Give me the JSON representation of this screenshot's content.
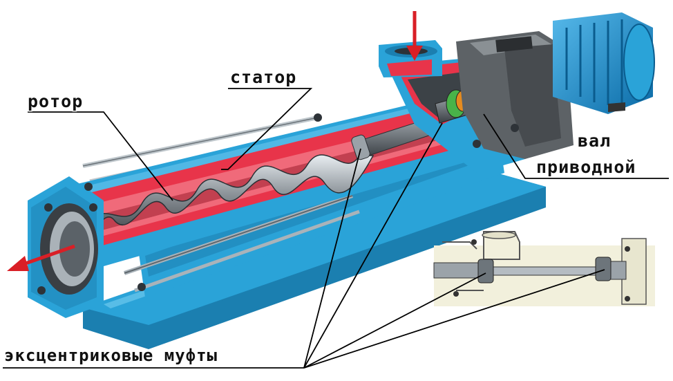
{
  "labels": {
    "rotor": "ротор",
    "stator": "статор",
    "shaft_line1": "вал",
    "shaft_line2": "приводной",
    "couplings": "эксцентриковые муфты"
  },
  "colors": {
    "body": "#2aa3d8",
    "body_dark": "#1b7fb0",
    "body_light": "#6cc7ee",
    "stator": "#e8344a",
    "rotor": "#8f969c",
    "arrow": "#d91f26",
    "motor": "#0f8fd0",
    "gearbox": "#5d6266",
    "inset_bg": "#f2f0dc",
    "label_text": "#111111",
    "leader": "#000000"
  },
  "icons": {
    "inlet_flow": "arrow-down-icon",
    "outlet_flow": "arrow-left-icon"
  }
}
